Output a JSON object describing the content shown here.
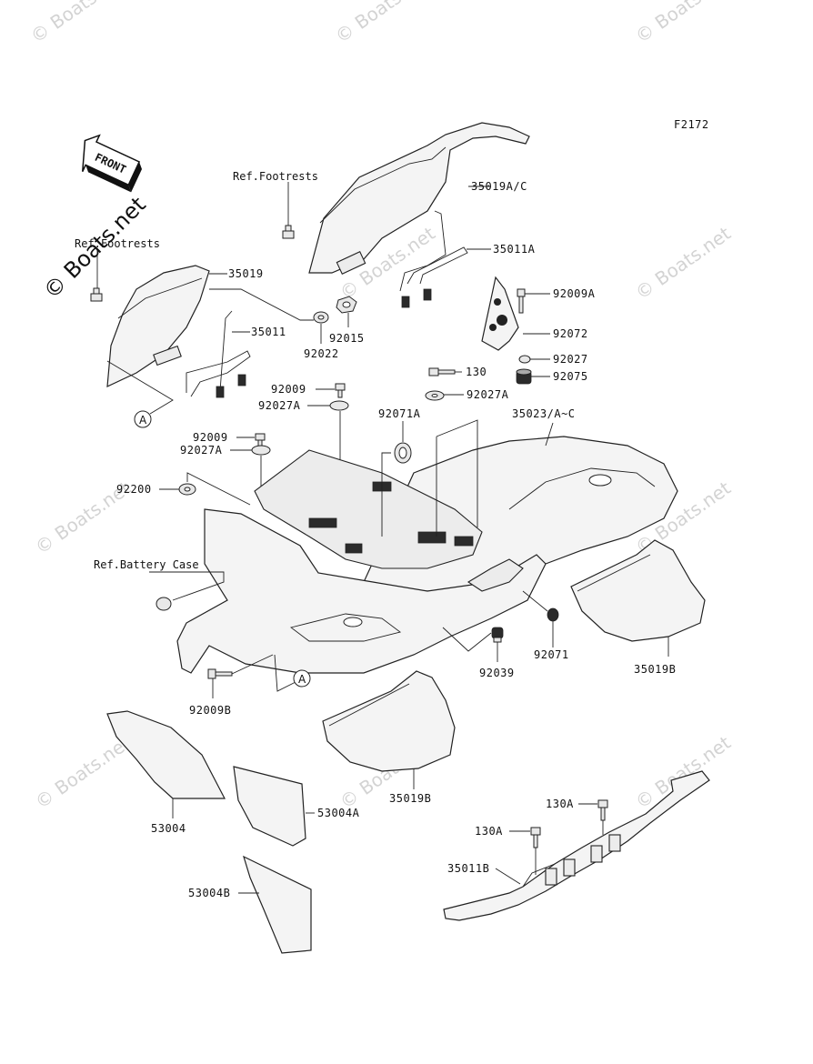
{
  "figure_code": "F2172",
  "front_label": "FRONT",
  "callout_letter": "A",
  "watermarks": {
    "small": "© Boats.net",
    "large": "© Boats.net"
  },
  "refs": {
    "footrests_right": "Ref.Footrests",
    "footrests_left": "Ref.Footrests",
    "battery_case": "Ref.Battery Case"
  },
  "parts": {
    "p35019AC": "35019A/C",
    "p35011A": "35011A",
    "p35019": "35019",
    "p35011": "35011",
    "p92022": "92022",
    "p92015": "92015",
    "p92009A": "92009A",
    "p92072": "92072",
    "p92027": "92027",
    "p92075": "92075",
    "p130": "130",
    "p92027A_c": "92027A",
    "p92009_a": "92009",
    "p92027A_a": "92027A",
    "p92071A": "92071A",
    "p35023": "35023/A~C",
    "p92009_b": "92009",
    "p92027A_b": "92027A",
    "p92200": "92200",
    "p92071": "92071",
    "p92039": "92039",
    "p35019B_r": "35019B",
    "p92009B": "92009B",
    "p35019B_f": "35019B",
    "p53004": "53004",
    "p53004A": "53004A",
    "p53004B": "53004B",
    "p130A_a": "130A",
    "p130A_b": "130A",
    "p35011B": "35011B"
  }
}
